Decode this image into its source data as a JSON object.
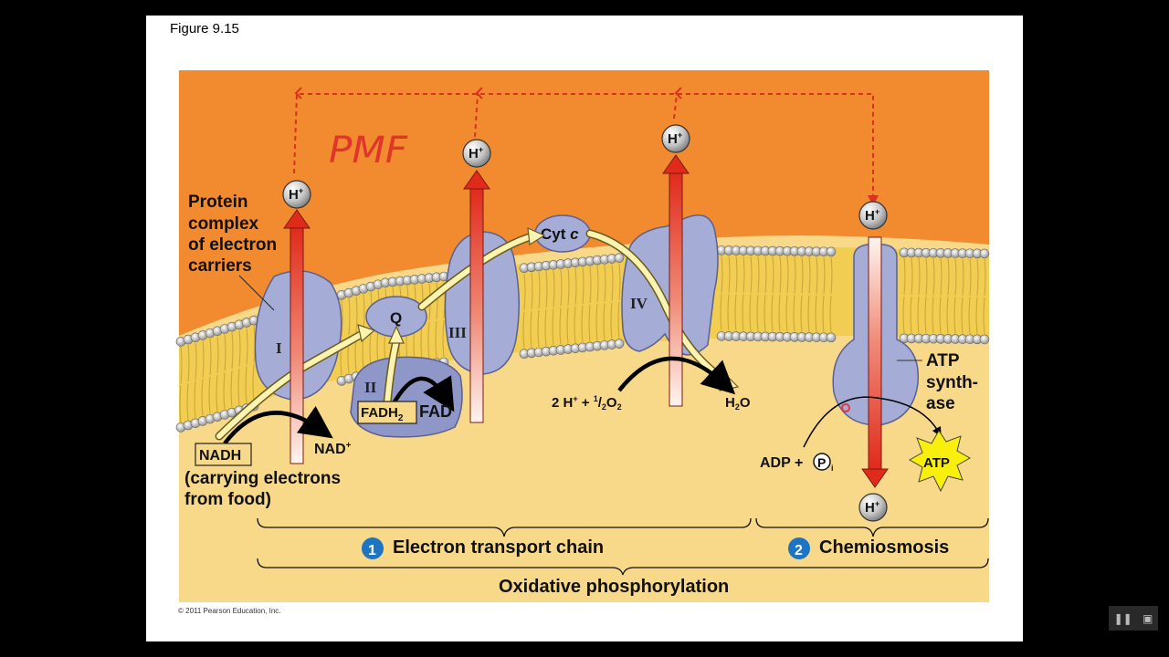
{
  "figure_title": "Figure 9.15",
  "annotation": "PMF",
  "labels": {
    "protein_complex": [
      "Protein",
      "complex",
      "of electron",
      "carriers"
    ],
    "complex_I": "I",
    "complex_II": "II",
    "complex_III": "III",
    "complex_IV": "IV",
    "q": "Q",
    "cyt_c": "Cyt",
    "cyt_c_italic": "c",
    "fadh2": "FADH",
    "fadh2_sub": "2",
    "fad": "FAD",
    "nadh": "NADH",
    "nad_plus": "NAD",
    "nad_plus_sup": "+",
    "carrying": [
      "(carrying electrons",
      "from food)"
    ],
    "oxygen_eq": {
      "a": "2 H",
      "a_sup": "+",
      "b": " + ",
      "c_sup": "1",
      "c": "/",
      "c_sub": "2",
      "d": "O",
      "d_sub": "2"
    },
    "water": {
      "h": "H",
      "h_sub": "2",
      "o": "O"
    },
    "atp_synthase": [
      "ATP",
      "synth-",
      "ase"
    ],
    "adp": "ADP +",
    "pi": "P",
    "pi_sub": "i",
    "atp": "ATP",
    "h_ion": "H",
    "h_ion_sup": "+"
  },
  "sections": {
    "step1_number": "1",
    "step1": "Electron transport chain",
    "step2_number": "2",
    "step2": "Chemiosmosis",
    "overall": "Oxidative phosphorylation"
  },
  "copyright": "© 2011 Pearson Education, Inc.",
  "controls": {
    "pause_icon": "pause-icon",
    "screen_icon": "screen-icon"
  },
  "colors": {
    "intermembrane_space": "#f28a30",
    "matrix": "#f8d98a",
    "protein": "#a5acd6",
    "proton_arrow": "#e83a2a",
    "electron_path": "#fbf3b0",
    "badge": "#1d74c2",
    "annotation": "#e0352a"
  }
}
